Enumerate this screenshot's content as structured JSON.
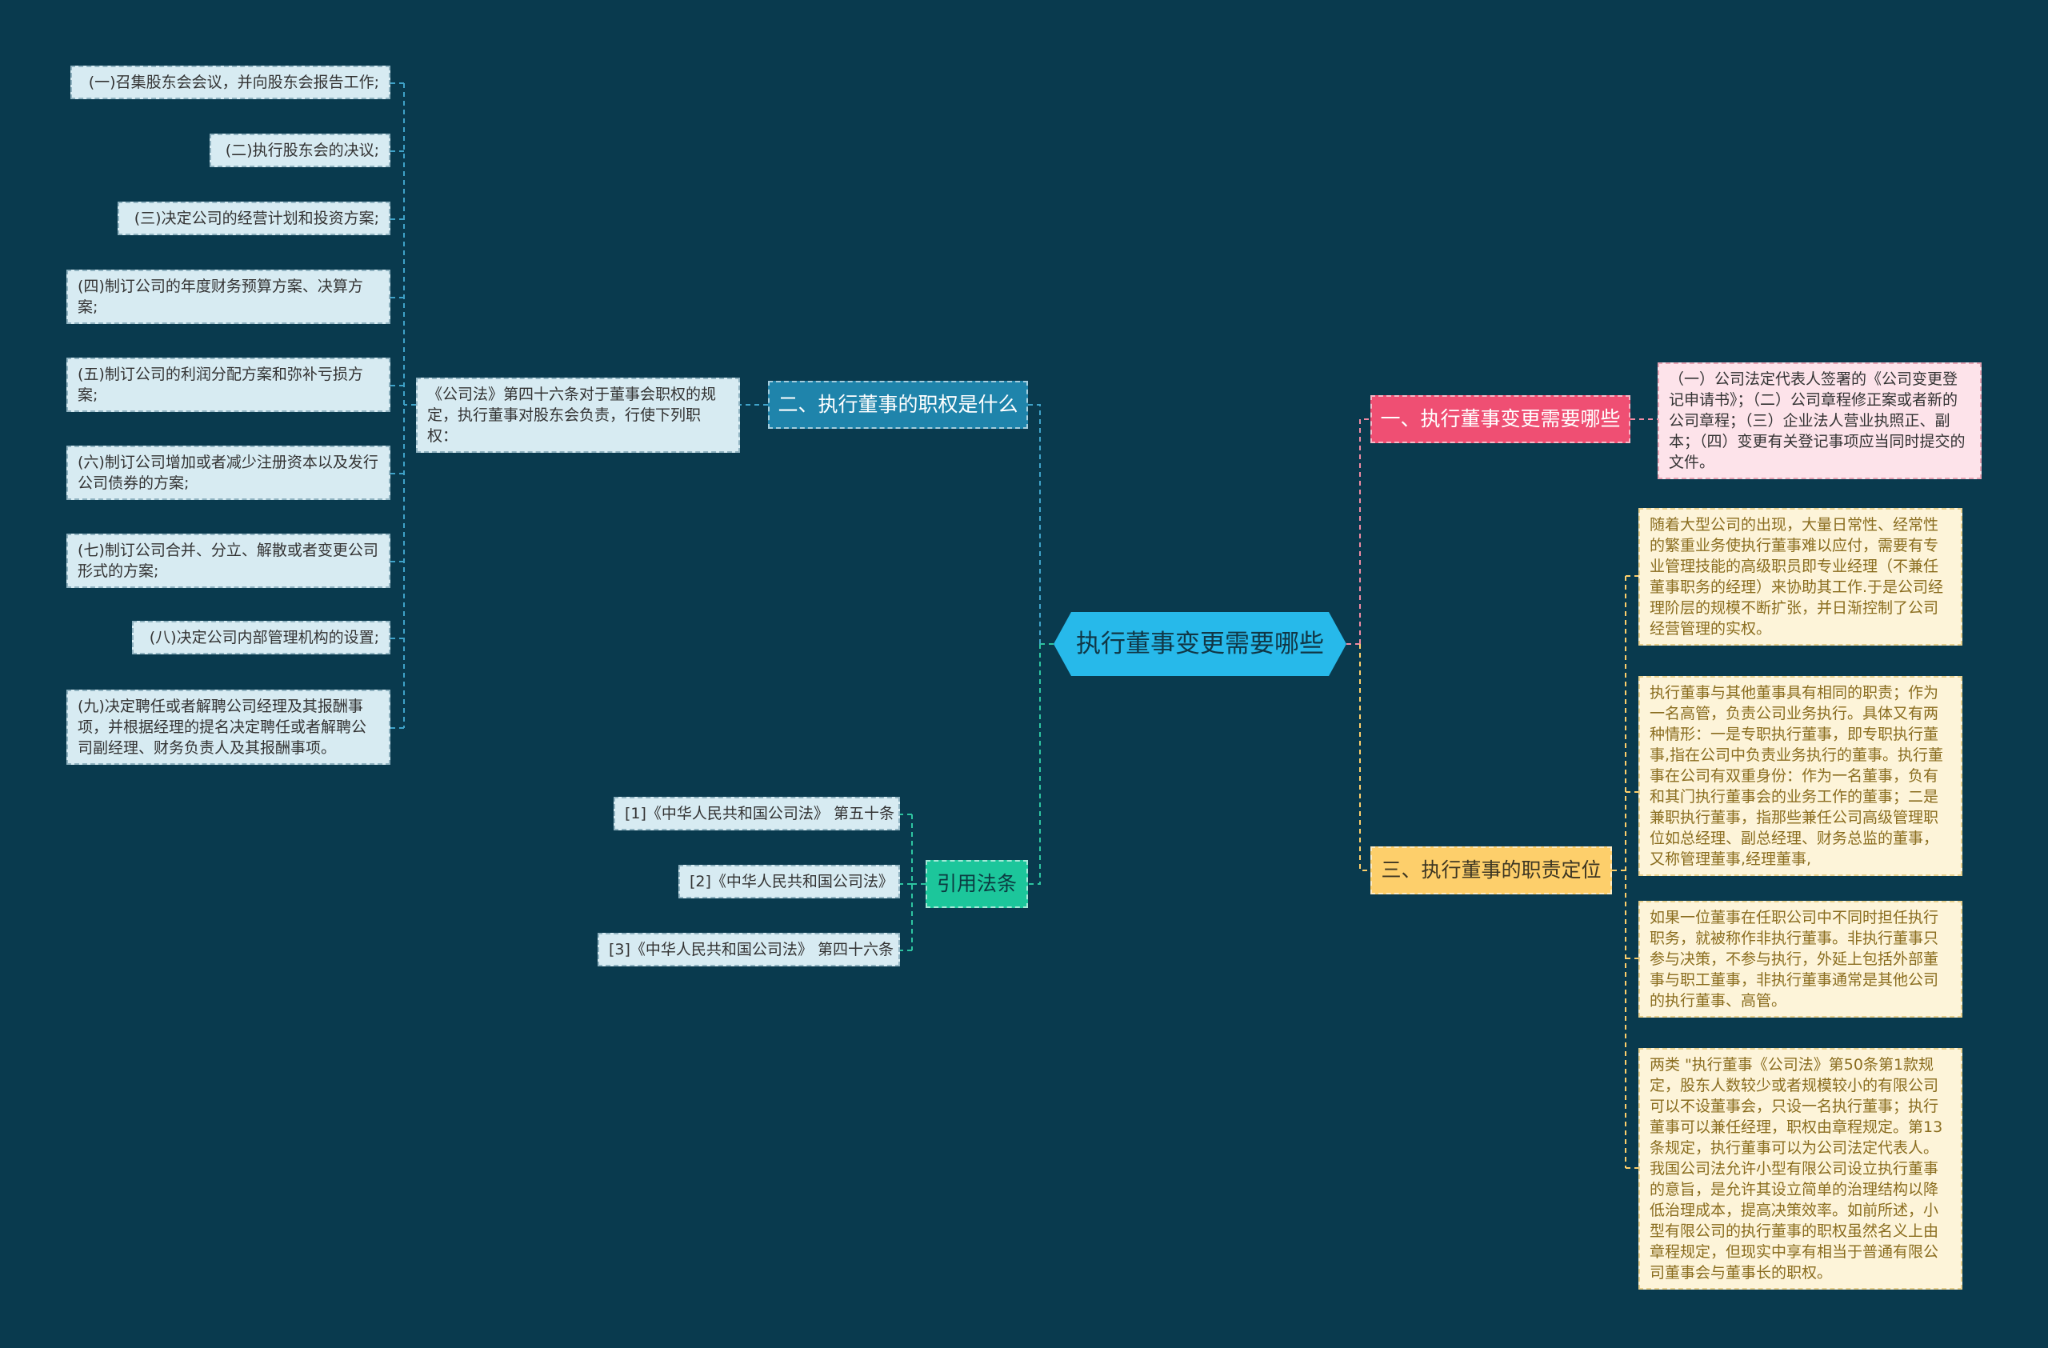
{
  "root": {
    "label": "执行董事变更需要哪些"
  },
  "branches": {
    "powers": {
      "label": "二、执行董事的职权是什么"
    },
    "citations": {
      "label": "引用法条"
    },
    "change": {
      "label": "一、执行董事变更需要哪些"
    },
    "duties": {
      "label": "三、执行董事的职责定位"
    }
  },
  "powers_intro": "《公司法》第四十六条对于董事会职权的规定，执行董事对股东会负责，行使下列职权：",
  "powers_items": [
    "(一)召集股东会会议，并向股东会报告工作;",
    "(二)执行股东会的决议;",
    "(三)决定公司的经营计划和投资方案;",
    "(四)制订公司的年度财务预算方案、决算方案;",
    "(五)制订公司的利润分配方案和弥补亏损方案;",
    "(六)制订公司增加或者减少注册资本以及发行公司债券的方案;",
    "(七)制订公司合并、分立、解散或者变更公司形式的方案;",
    "(八)决定公司内部管理机构的设置;",
    "(九)决定聘任或者解聘公司经理及其报酬事项，并根据经理的提名决定聘任或者解聘公司副经理、财务负责人及其报酬事项。"
  ],
  "citations": [
    "[1]《中华人民共和国公司法》 第五十条",
    "[2]《中华人民共和国公司法》",
    "[3]《中华人民共和国公司法》 第四十六条"
  ],
  "change_detail": "（一）公司法定代表人签署的《公司变更登记申请书》；（二）公司章程修正案或者新的公司章程；（三）企业法人营业执照正、副本；（四）变更有关登记事项应当同时提交的文件。",
  "duties_items": [
    "随着大型公司的出现，大量日常性、经常性的繁重业务使执行董事难以应付，需要有专业管理技能的高级职员即专业经理（不兼任董事职务的经理）来协助其工作.于是公司经理阶层的规模不断扩张，并日渐控制了公司经营管理的实权。",
    "执行董事与其他董事具有相同的职责；作为一名高管，负责公司业务执行。具体又有两种情形：一是专职执行董事，即专职执行董事,指在公司中负责业务执行的董事。执行董事在公司有双重身份：作为一名董事，负有和其门执行董事会的业务工作的董事；二是兼职执行董事，指那些兼任公司高级管理职位如总经理、副总经理、财务总监的董事，又称管理董事,经理董事,",
    "如果一位董事在任职公司中不同时担任执行职务，就被称作非执行董事。非执行董事只参与决策，不参与执行，外延上包括外部董事与职工董事，非执行董事通常是其他公司的执行董事、高管。",
    "两类 \"执行董事《公司法》第50条第1款规定，股东人数较少或者规模较小的有限公司可以不设董事会，只设一名执行董事；执行董事可以兼任经理，职权由章程规定。第13条规定，执行董事可以为公司法定代表人。我国公司法允许小型有限公司设立执行董事的意旨，是允许其设立简单的治理结构以降低治理成本，提高决策效率。如前所述，小型有限公司的执行董事的职权虽然名义上由章程规定，但现实中享有相当于普通有限公司董事会与董事长的职权。"
  ],
  "colors": {
    "background": "#093a4e",
    "root": "#27b9ea",
    "branch_powers": "#1f84ab",
    "branch_citations": "#1cc69b",
    "branch_change": "#ef4f73",
    "branch_duties": "#fdcf6b"
  }
}
